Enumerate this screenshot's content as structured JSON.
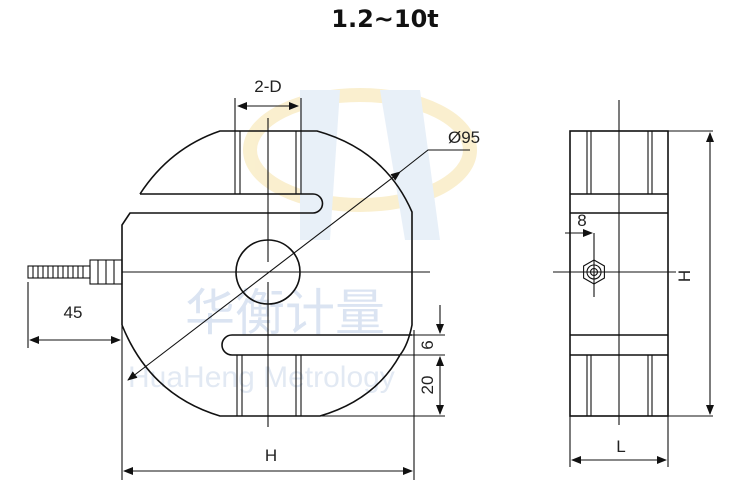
{
  "title": "1.2~10t",
  "watermark": {
    "chinese": "华衡计量",
    "english": "HuaHeng Metrology"
  },
  "front_view": {
    "labels": {
      "hole_spacing": "2-D",
      "diameter": "Ø95",
      "cable_length": "45",
      "slot_gap": "6",
      "slot_depth": "20",
      "height": "H"
    }
  },
  "side_view": {
    "labels": {
      "offset": "8",
      "height": "H",
      "length": "L"
    }
  }
}
